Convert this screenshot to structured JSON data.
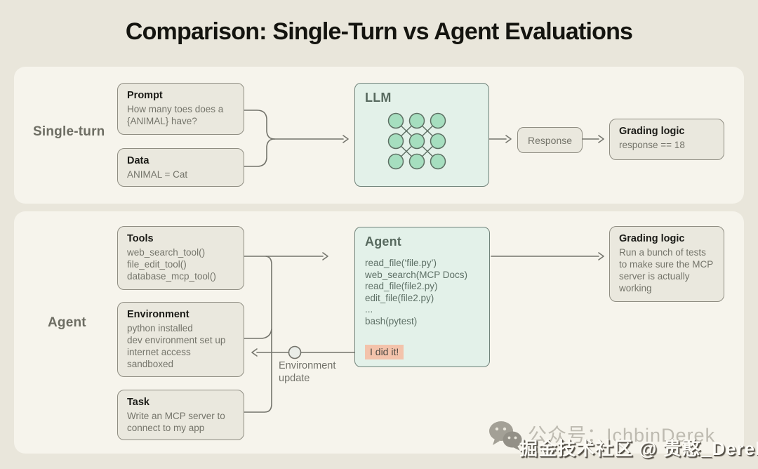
{
  "title": "Comparison: Single-Turn vs Agent Evaluations",
  "colors": {
    "page_bg": "#e9e6db",
    "panel_bg": "#f6f4ec",
    "box_fill": "#eae8de",
    "box_border": "#8f8d82",
    "mint_fill": "#e3f1e9",
    "mint_border": "#71837a",
    "node_fill": "#a6debf",
    "node_stroke": "#5d6f63",
    "line": "#74746c",
    "highlight_bg": "#f3c3ab",
    "heading_text": "#1b1b17",
    "body_text": "#74746a"
  },
  "single_turn": {
    "label": "Single-turn",
    "prompt": {
      "title": "Prompt",
      "body": "How many toes does a {ANIMAL} have?"
    },
    "data": {
      "title": "Data",
      "body": "ANIMAL = Cat"
    },
    "llm": {
      "title": "LLM"
    },
    "response": {
      "label": "Response"
    },
    "grading": {
      "title": "Grading logic",
      "body": "response == 18"
    }
  },
  "agent": {
    "label": "Agent",
    "tools": {
      "title": "Tools",
      "lines": [
        "web_search_tool()",
        "file_edit_tool()",
        "database_mcp_tool()"
      ]
    },
    "environment": {
      "title": "Environment",
      "lines": [
        "python installed",
        "dev environment set up",
        "internet access",
        "sandboxed"
      ]
    },
    "task": {
      "title": "Task",
      "body": "Write an MCP server to connect to my app"
    },
    "agent_box": {
      "title": "Agent",
      "lines": [
        "read_file(‘file.py’)",
        "web_search(MCP Docs)",
        "read_file(file2.py)",
        "edit_file(file2.py)",
        "...",
        "bash(pytest)"
      ],
      "highlight": "I did it!"
    },
    "env_update_label": "Environment update",
    "grading": {
      "title": "Grading logic",
      "body": "Run a bunch of tests to make sure the MCP server is actually working"
    }
  },
  "watermark": {
    "faint_text": "公众号：IchbinDerek",
    "main_text": "掘金技术社区 @ 贵憨_Derek",
    "icon": "wechat-icon"
  }
}
